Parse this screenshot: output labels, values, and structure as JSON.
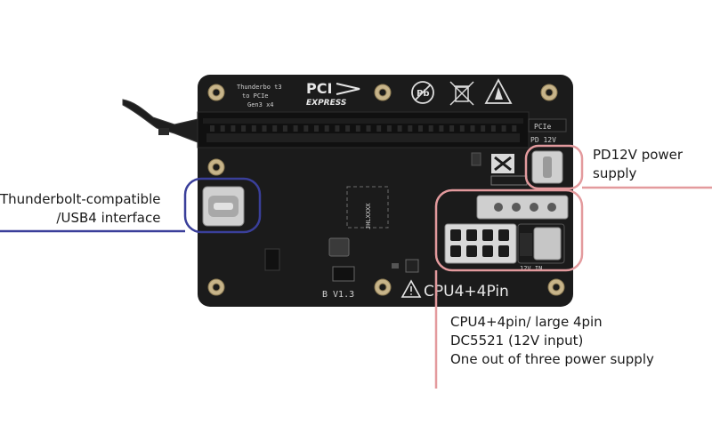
{
  "colors": {
    "board": "#1b1b1b",
    "usb_callout": "#3a3f9a",
    "power_callout": "#e39a9d"
  },
  "board": {
    "silk_thunderbolt": [
      "Thunderbo t3",
      "to PCIe",
      "Gen3 x4"
    ],
    "pci_logo_top": "PCI",
    "pci_logo_bottom": "EXPRESS",
    "pcie_label": "PCIe",
    "pd_label": "PD 12V",
    "chip_label": "JHLXXXX",
    "version_label": "B V1.3",
    "power_label": "CPU4+4Pin",
    "in_label": "12V IN"
  },
  "callouts": {
    "usb_line1": "Thunderbolt-compatible",
    "usb_line2": "/USB4 interface",
    "pd_line1": "PD12V power",
    "pd_line2": "supply",
    "power_line1": "CPU4+4pin/ large 4pin",
    "power_line2": "DC5521 (12V input)",
    "power_line3": "One out of three power supply"
  },
  "icons": [
    "pb-free-icon",
    "weee-bin-icon",
    "esd-warning-icon",
    "warning-triangle-icon"
  ]
}
